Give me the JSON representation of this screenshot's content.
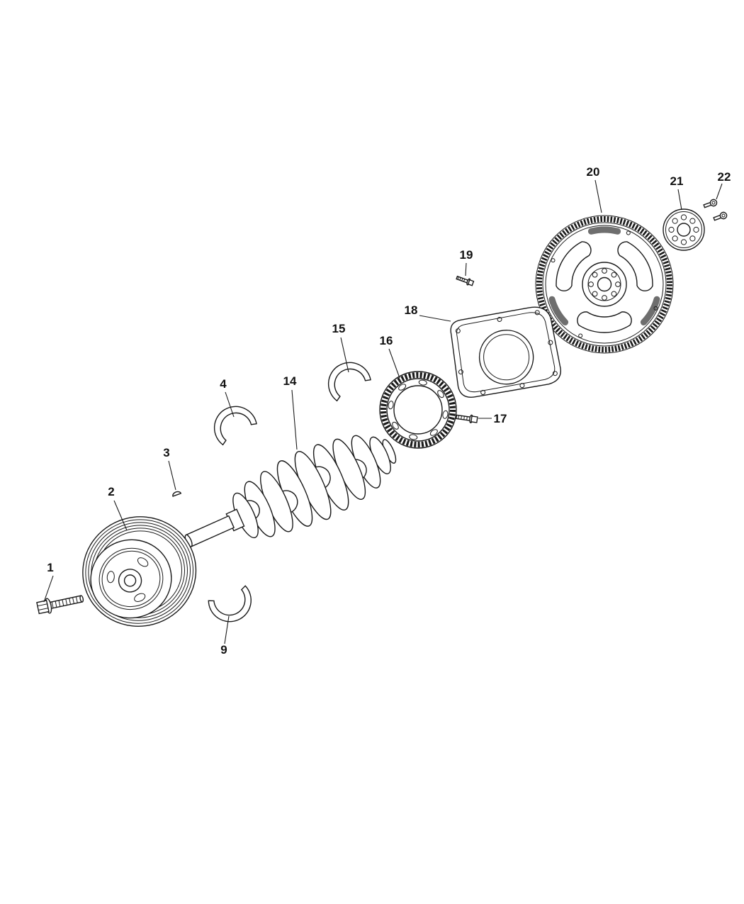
{
  "diagram": {
    "background": "#ffffff",
    "line_color": "#1a1a1a",
    "lug_color": "#6e6e6e"
  },
  "callouts": [
    {
      "label": "1"
    },
    {
      "label": "2"
    },
    {
      "label": "3"
    },
    {
      "label": "4"
    },
    {
      "label": "9"
    },
    {
      "label": "14"
    },
    {
      "label": "15"
    },
    {
      "label": "16"
    },
    {
      "label": "17"
    },
    {
      "label": "18"
    },
    {
      "label": "19"
    },
    {
      "label": "20"
    },
    {
      "label": "21"
    },
    {
      "label": "22"
    }
  ]
}
